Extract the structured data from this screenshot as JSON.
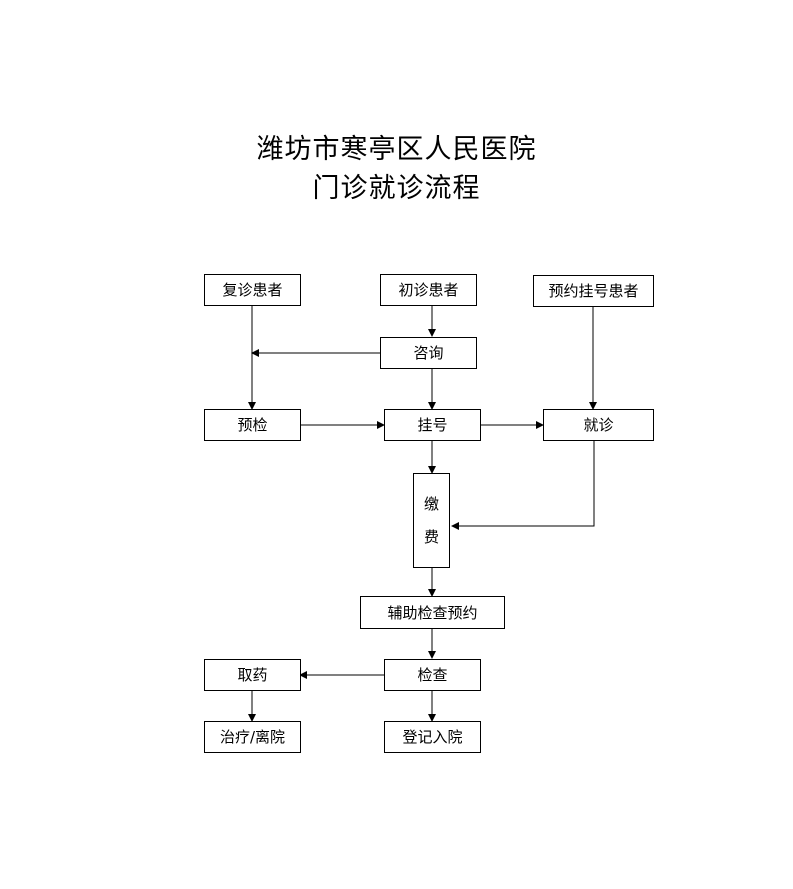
{
  "title": {
    "line1": "潍坊市寒亭区人民医院",
    "line2": "门诊就诊流程"
  },
  "nodes": {
    "follow_up_patient": "复诊患者",
    "first_visit_patient": "初诊患者",
    "appointment_patient": "预约挂号患者",
    "consultation": "咨询",
    "pre_check": "预检",
    "registration": "挂号",
    "visit_doctor": "就诊",
    "payment_char1": "缴",
    "payment_char2": "费",
    "aux_exam_appointment": "辅助检查预约",
    "get_medicine": "取药",
    "examination": "检查",
    "treatment_discharge": "治疗/离院",
    "admission": "登记入院"
  },
  "colors": {
    "line": "#000000",
    "box_border": "#000000",
    "background": "#ffffff"
  }
}
